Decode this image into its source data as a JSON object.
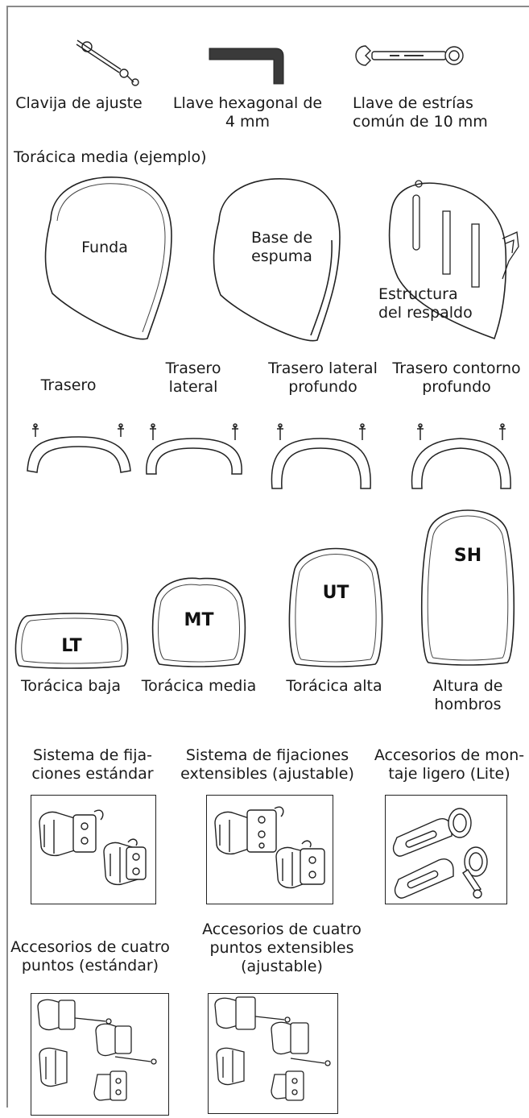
{
  "tools": [
    {
      "label": "Clavija de ajuste",
      "icon": "adjustment-pin-icon"
    },
    {
      "label": "Llave hexagonal de",
      "label2": "4 mm",
      "icon": "hex-key-icon"
    },
    {
      "label": "Llave de estrías",
      "label2": "común de 10 mm",
      "icon": "combination-wrench-icon"
    }
  ],
  "components": {
    "heading": "Torácica media (ejemplo)",
    "cover": "Funda",
    "foam": [
      "Base de",
      "espuma"
    ],
    "shell": [
      "Estructura",
      "del respaldo"
    ]
  },
  "rear_profiles": {
    "posterior": [
      "Trasero"
    ],
    "lateral": [
      "Trasero",
      "lateral"
    ],
    "deep_lateral": [
      "Trasero lateral",
      "profundo"
    ],
    "deep_contour": [
      "Trasero contorno",
      "profundo"
    ]
  },
  "heights": [
    {
      "code": "LT",
      "label": [
        "Torácica baja"
      ]
    },
    {
      "code": "MT",
      "label": [
        "Torácica media"
      ]
    },
    {
      "code": "UT",
      "label": [
        "Torácica alta"
      ]
    },
    {
      "code": "SH",
      "label": [
        "Altura de",
        "hombros"
      ]
    }
  ],
  "hardware": {
    "standard": [
      "Sistema de fija-",
      "ciones estándar"
    ],
    "extensible": [
      "Sistema de fijaciones",
      "extensibles (ajustable)"
    ],
    "lite": [
      "Accesorios de mon-",
      "taje ligero (Lite)"
    ],
    "four_point_standard": [
      "Accesorios de cuatro",
      "puntos (estándar)"
    ],
    "four_point_extensible": [
      "Accesorios de cuatro",
      "puntos extensibles",
      "(ajustable)"
    ]
  }
}
